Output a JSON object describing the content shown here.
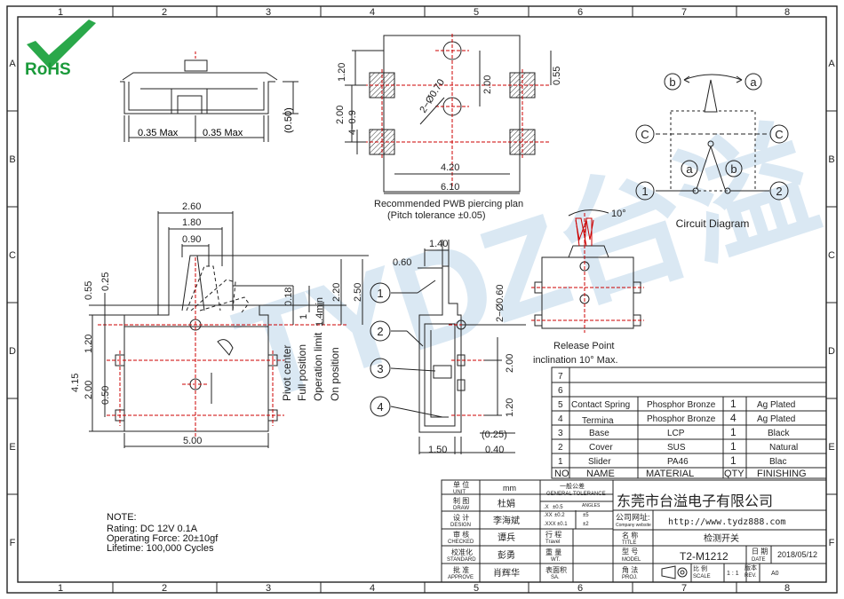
{
  "frame": {
    "col_numbers": [
      "1",
      "2",
      "3",
      "4",
      "5",
      "6",
      "7",
      "8"
    ],
    "row_letters": [
      "A",
      "B",
      "C",
      "D",
      "E",
      "F"
    ]
  },
  "rohs": {
    "label": "RoHS",
    "colors": {
      "green": "#1a9a3a",
      "check": "#2aa84a"
    }
  },
  "watermark": {
    "text": "TYDZ台溢",
    "color": "#bcd6ea"
  },
  "side_view": {
    "dim_left": "0.35 Max",
    "dim_right": "0.35 Max",
    "dim_height": "(0.50)"
  },
  "pcb_plan": {
    "dims": {
      "d120": "1.20",
      "d055": "0.55",
      "d070": "2−Ø0.70",
      "d200v": "2.00",
      "d200l": "2.00",
      "d09": "4−0.9",
      "d420": "4.20",
      "d610": "6.10"
    },
    "caption_line1": "Recommended PWB piercing plan",
    "caption_line2": "(Pitch tolerance ±0.05)"
  },
  "circuit": {
    "labels": {
      "a": "a",
      "b": "b",
      "c": "C",
      "one": "1",
      "two": "2"
    },
    "caption": "Circuit Diagram"
  },
  "front_view": {
    "dims": {
      "d260": "2.60",
      "d180": "1.80",
      "d090": "0.90",
      "d055": "0.55",
      "d025": "0.25",
      "d120": "1.20",
      "d415": "4.15",
      "d200": "2.00",
      "d050": "0.50",
      "d500": "5.00",
      "d018": "0.18",
      "d1": "1",
      "d14min": "1.4min",
      "d220": "2.20",
      "d250": "2.50"
    },
    "positions": [
      "Pivot center",
      "Full position",
      "Operation limit",
      "On position"
    ]
  },
  "side_view2": {
    "dims": {
      "d140": "1.40",
      "d060": "0.60",
      "d2x060": "2−Ø0.60",
      "d200": "2.00",
      "d120": "1.20",
      "d025": "(0.25)",
      "d150": "1.50",
      "d040": "0.40"
    },
    "callouts": [
      "1",
      "2",
      "3",
      "4"
    ]
  },
  "release": {
    "angle": "10°",
    "caption_line1": "Release Point",
    "caption_line2": "inclination 10° Max."
  },
  "bom": {
    "rows": [
      {
        "no": "7",
        "name": "",
        "material": "",
        "qty": "",
        "finish": ""
      },
      {
        "no": "6",
        "name": "",
        "material": "",
        "qty": "",
        "finish": ""
      },
      {
        "no": "5",
        "name": "Contact Spring",
        "material": "Phosphor Bronze",
        "qty": "1",
        "finish": "Ag Plated"
      },
      {
        "no": "4",
        "name": "Termina",
        "material": "Phosphor Bronze",
        "qty": "4",
        "finish": "Ag Plated"
      },
      {
        "no": "3",
        "name": "Base",
        "material": "LCP",
        "qty": "1",
        "finish": "Black"
      },
      {
        "no": "2",
        "name": "Cover",
        "material": "SUS",
        "qty": "1",
        "finish": "Natural"
      },
      {
        "no": "1",
        "name": "Slider",
        "material": "PA46",
        "qty": "1",
        "finish": "Blac"
      }
    ],
    "header": {
      "no": "NO",
      "name": "NAME",
      "material": "MATERIAL",
      "qty": "QTY",
      "finish": "FINISHING"
    }
  },
  "notes": {
    "title": "NOTE:",
    "lines": [
      "Rating:  DC  12V  0.1A",
      "Operating Force:  20±10gf",
      "Lifetime:    100,000  Cycles"
    ]
  },
  "title_block": {
    "unit_cn": "单 位",
    "unit_en": "UNIT",
    "unit_val": "mm",
    "draw_cn": "制 图",
    "draw_en": "DRAW",
    "draw_name": "杜娟",
    "design_cn": "设 计",
    "design_en": "DESIGN",
    "design_name": "李海斌",
    "checked_cn": "审 核",
    "checked_en": "CHECKED",
    "checked_name": "谭兵",
    "standard_cn": "校准化",
    "standard_en": "STANDARD",
    "standard_name": "彭勇",
    "approve_cn": "批 准",
    "approve_en": "APPROVE",
    "approve_name": "肖辉华",
    "tol_cn": "一般公差",
    "tol_en": "GENERAL TOLERANCE",
    "tol_rows": [
      {
        "k": ".X",
        "v": "±0.5",
        "k2": "ANGLES",
        "v2": ""
      },
      {
        "k": ".XX",
        "v": "±0.2",
        "k2": "",
        "v2": "±5"
      },
      {
        "k": ".XXX",
        "v": "±0.1",
        "k2": "",
        "v2": "±2"
      }
    ],
    "travel_cn": "行 程",
    "travel_en": "Travel",
    "weight_cn": "重 量",
    "weight_en": "WT.",
    "surface_cn": "表面积",
    "surface_en": "SA.",
    "company": "东莞市台溢电子有限公司",
    "website_cn": "公司网址:",
    "website_en": "Company website",
    "website": "http://www.tydz888.com",
    "title_cn": "名 称",
    "title_en": "TITLE",
    "title_val": "检测开关",
    "model_cn": "型 号",
    "model_en": "MODEL",
    "model_val": "T2-M1212",
    "date_cn": "日 期",
    "date_en": "DATE",
    "date_val": "2018/05/12",
    "proj_cn": "角 法",
    "proj_en": "PROJ.",
    "scale_cn": "比 例",
    "scale_en": "SCALE",
    "scale_val": "1 : 1",
    "rev_cn": "版本",
    "rev_en": "REV.",
    "rev_val": "A0"
  }
}
